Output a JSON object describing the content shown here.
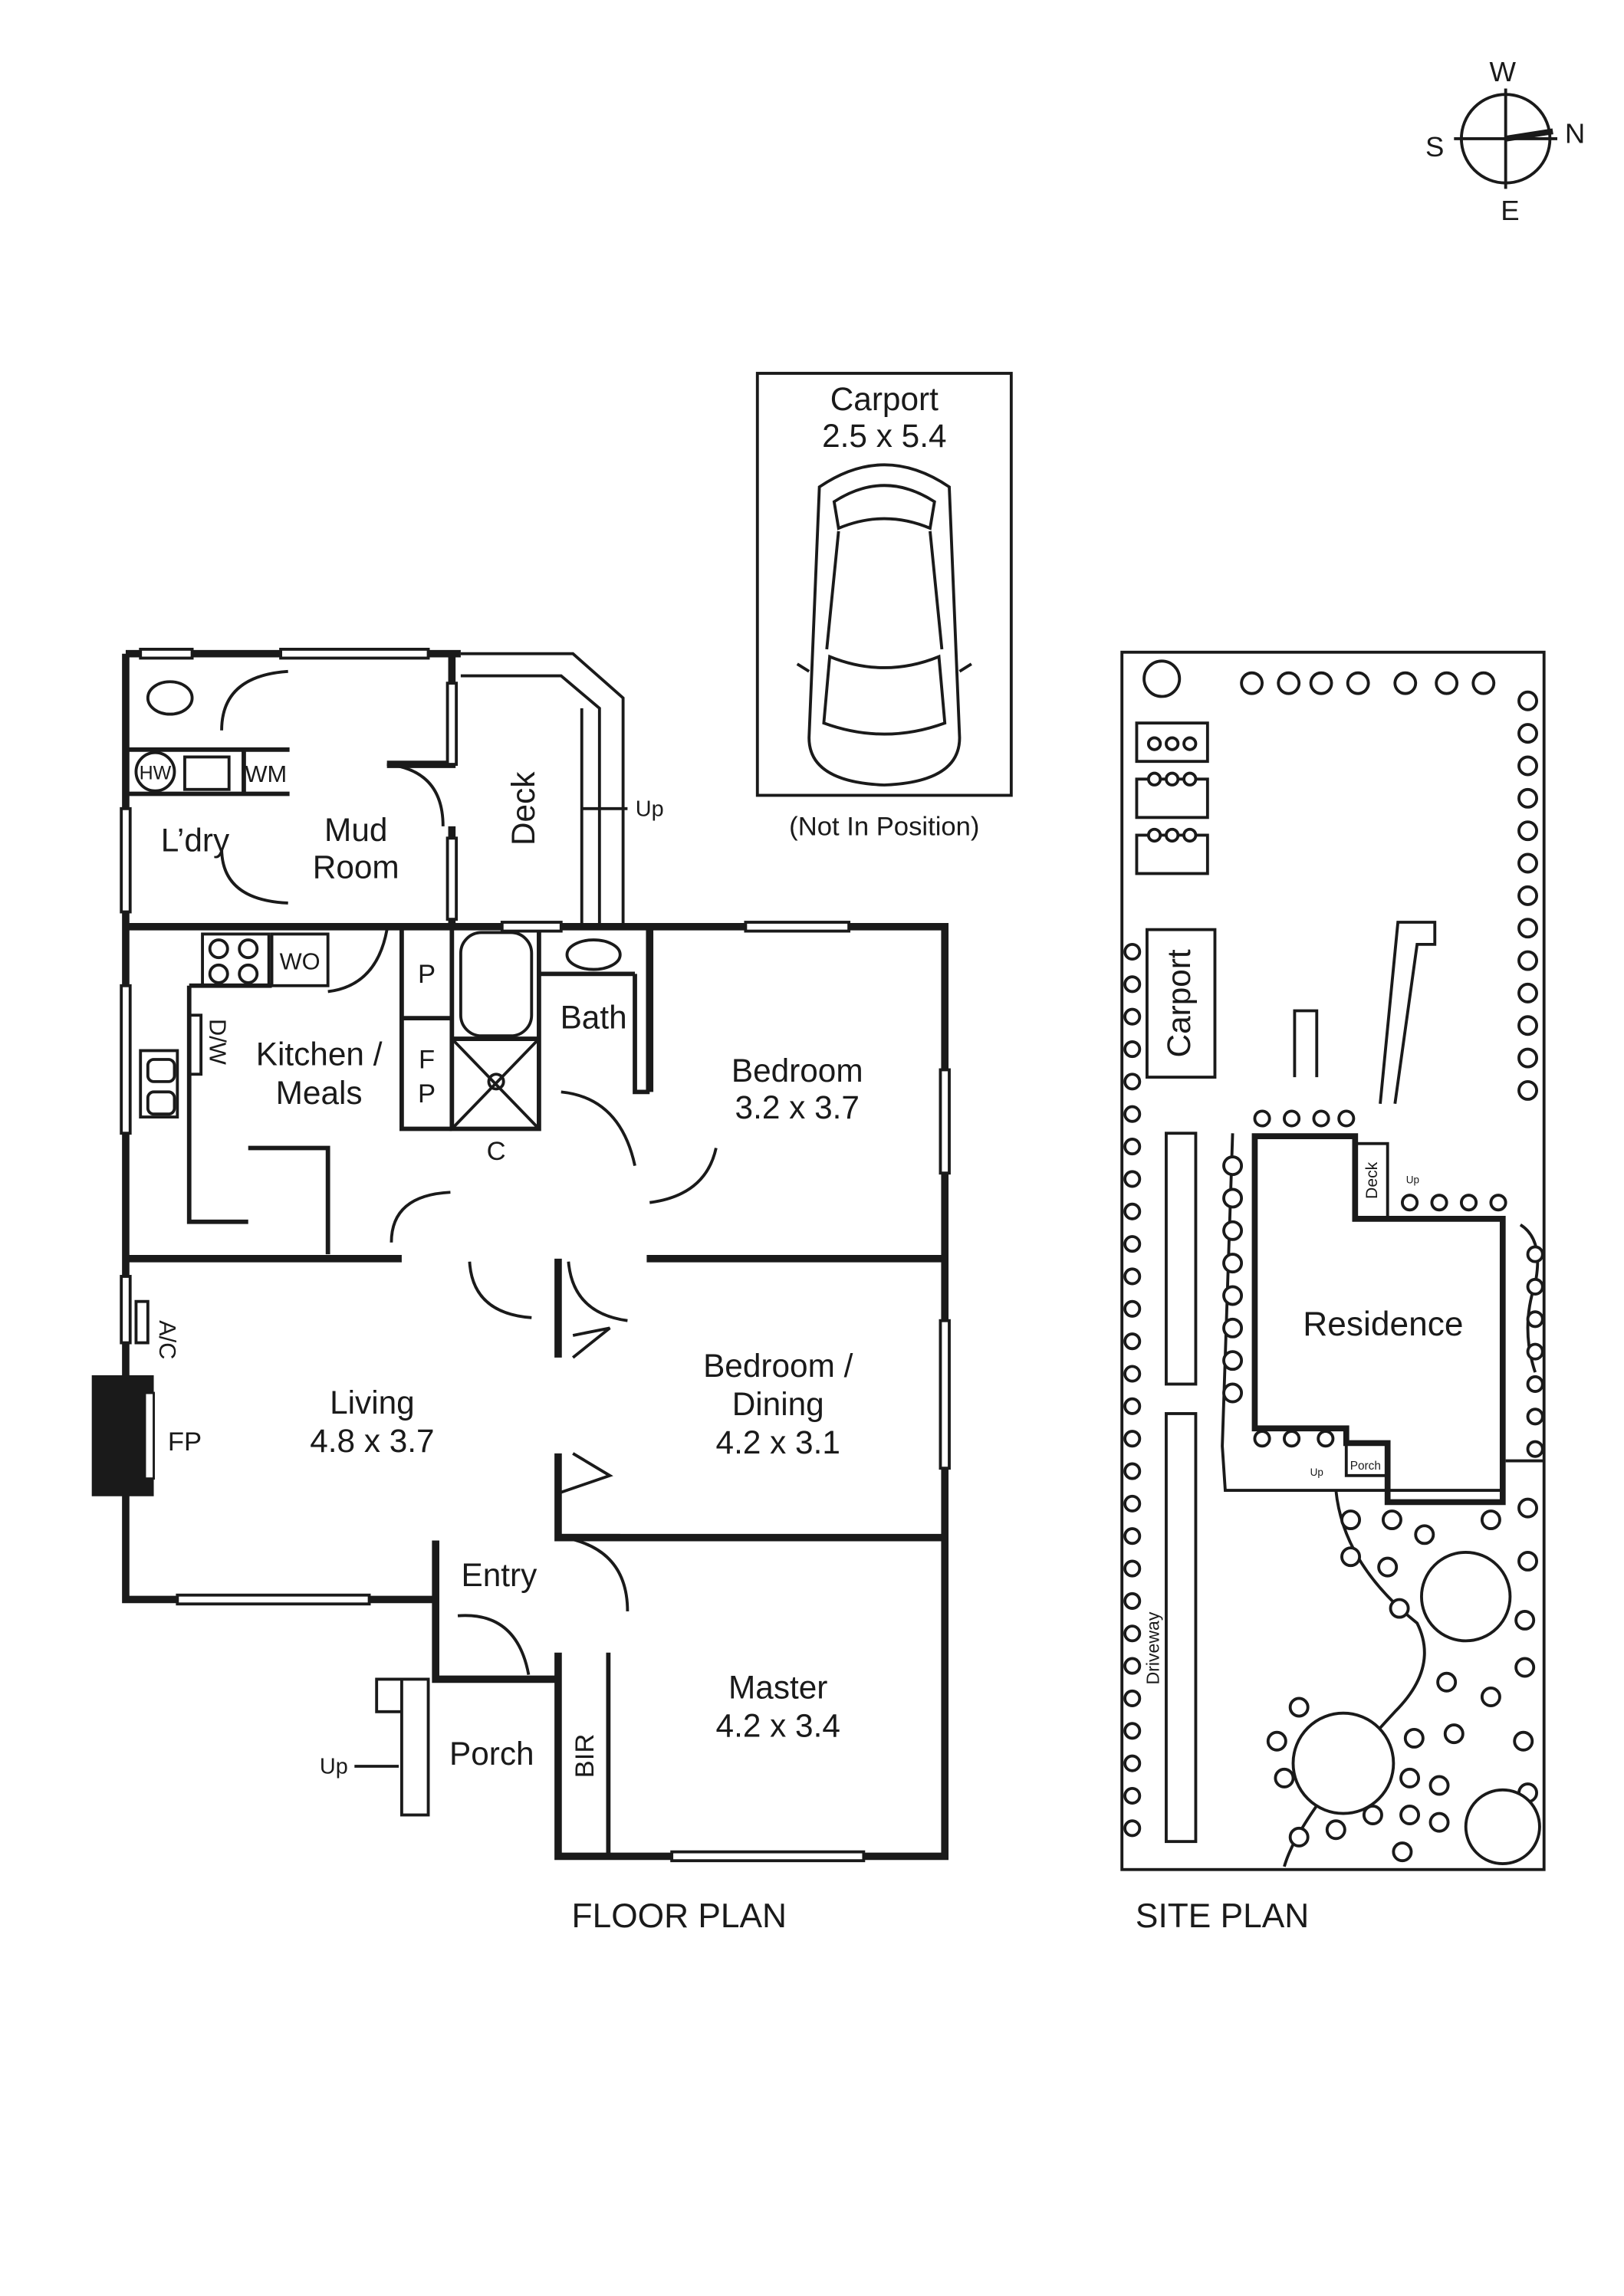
{
  "compass": {
    "north": "N",
    "south": "S",
    "east": "E",
    "west": "W"
  },
  "carport_box": {
    "title": "Carport",
    "size": "2.5 x 5.4",
    "note": "(Not In Position)"
  },
  "floor_plan": {
    "caption": "FLOOR PLAN",
    "rooms": {
      "laundry": "L’dry",
      "mud_room": [
        "Mud",
        "Room"
      ],
      "deck": "Deck",
      "kitchen": [
        "Kitchen /",
        "Meals"
      ],
      "bath": "Bath",
      "bedroom": [
        "Bedroom",
        "3.2 x 3.7"
      ],
      "bedroom_dining": [
        "Bedroom /",
        "Dining",
        "4.2 x 3.1"
      ],
      "living": [
        "Living",
        "4.8 x 3.7"
      ],
      "entry": "Entry",
      "porch": "Porch",
      "master": [
        "Master",
        "4.2 x 3.4"
      ]
    },
    "fixtures": {
      "hot_water": "HW",
      "washing_machine": "WM",
      "wall_oven": "WO",
      "dishwasher": "D/W",
      "pantry_1": "P",
      "fridge": "F",
      "pantry_2": "P",
      "cupboard": "C",
      "air_con": "A/C",
      "fireplace": "FP",
      "built_in_robe": "BIR",
      "deck_steps": "Up",
      "porch_steps": "Up"
    }
  },
  "site_plan": {
    "caption": "SITE PLAN",
    "labels": {
      "carport": "Carport",
      "residence": "Residence",
      "deck": "Deck",
      "porch": "Porch",
      "driveway": "Driveway",
      "deck_up": "Up",
      "porch_up": "Up"
    }
  }
}
